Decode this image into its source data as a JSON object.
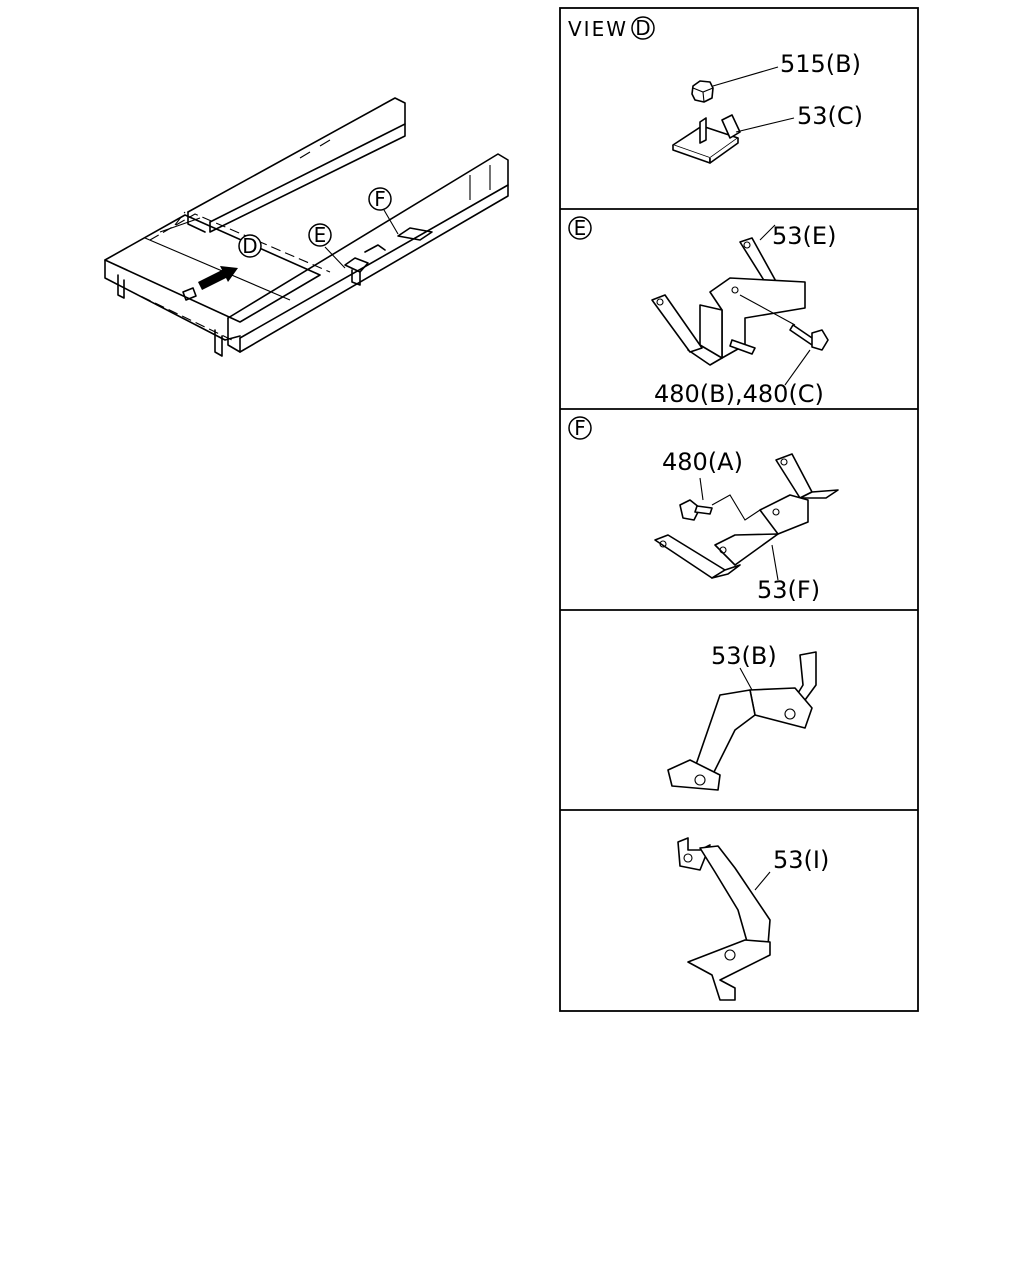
{
  "overview": {
    "callout_d": "D",
    "callout_e": "E",
    "callout_f": "F"
  },
  "panel_d": {
    "title_prefix": "VIEW",
    "title_circle": "D",
    "label_nut": "515(B)",
    "label_bracket": "53(C)"
  },
  "panel_e": {
    "circle": "E",
    "label_bracket": "53(E)",
    "label_bolts": "480(B),480(C)"
  },
  "panel_f": {
    "circle": "F",
    "label_bolt": "480(A)",
    "label_bracket": "53(F)"
  },
  "panel_b": {
    "label_bracket": "53(B)"
  },
  "panel_i": {
    "label_bracket": "53(I)"
  }
}
